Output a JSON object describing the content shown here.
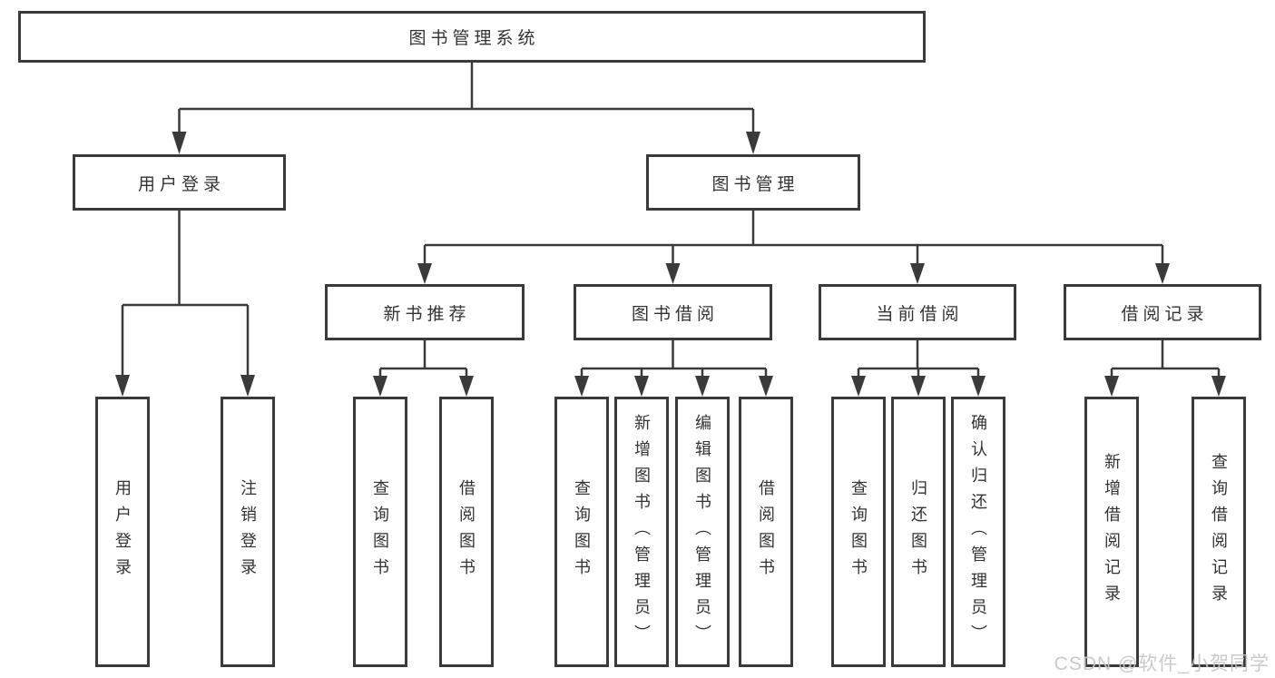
{
  "diagram": {
    "root_label": "图书管理系统",
    "user_login": {
      "label": "用户登录",
      "children": [
        "用户登录",
        "注销登录"
      ]
    },
    "book_management": {
      "label": "图书管理",
      "sections": [
        {
          "label": "新书推荐",
          "children": [
            "查询图书",
            "借阅图书"
          ]
        },
        {
          "label": "图书借阅",
          "children": [
            "查询图书",
            "新增图书（管理员）",
            "编辑图书（管理员）",
            "借阅图书"
          ]
        },
        {
          "label": "当前借阅",
          "children": [
            "查询图书",
            "归还图书",
            "确认归还（管理员）"
          ]
        },
        {
          "label": "借阅记录",
          "children": [
            "新增借阅记录",
            "查询借阅记录"
          ]
        }
      ]
    }
  },
  "watermark": "CSDN @软件_小贺同学",
  "colors": {
    "line": "#3a3a3a",
    "text": "#333333",
    "watermark": "#c6c6c6",
    "background": "#ffffff"
  }
}
